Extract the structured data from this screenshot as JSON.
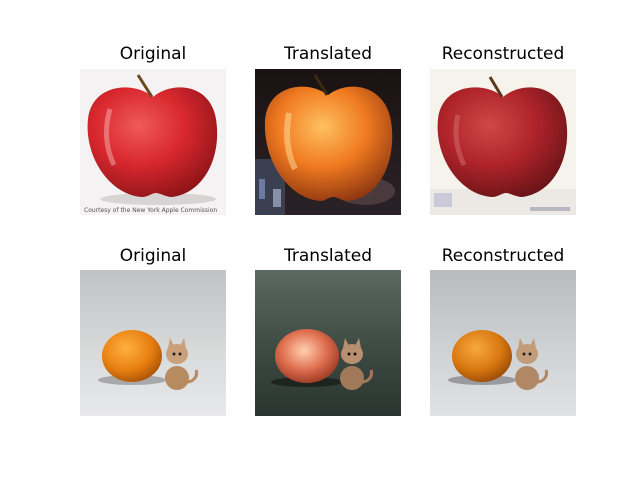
{
  "figure": {
    "rows": [
      {
        "panels": [
          {
            "title": "Original",
            "caption": "Courtesy of the New York Apple Commission"
          },
          {
            "title": "Translated"
          },
          {
            "title": "Reconstructed"
          }
        ]
      },
      {
        "panels": [
          {
            "title": "Original"
          },
          {
            "title": "Translated"
          },
          {
            "title": "Reconstructed"
          }
        ]
      }
    ]
  }
}
